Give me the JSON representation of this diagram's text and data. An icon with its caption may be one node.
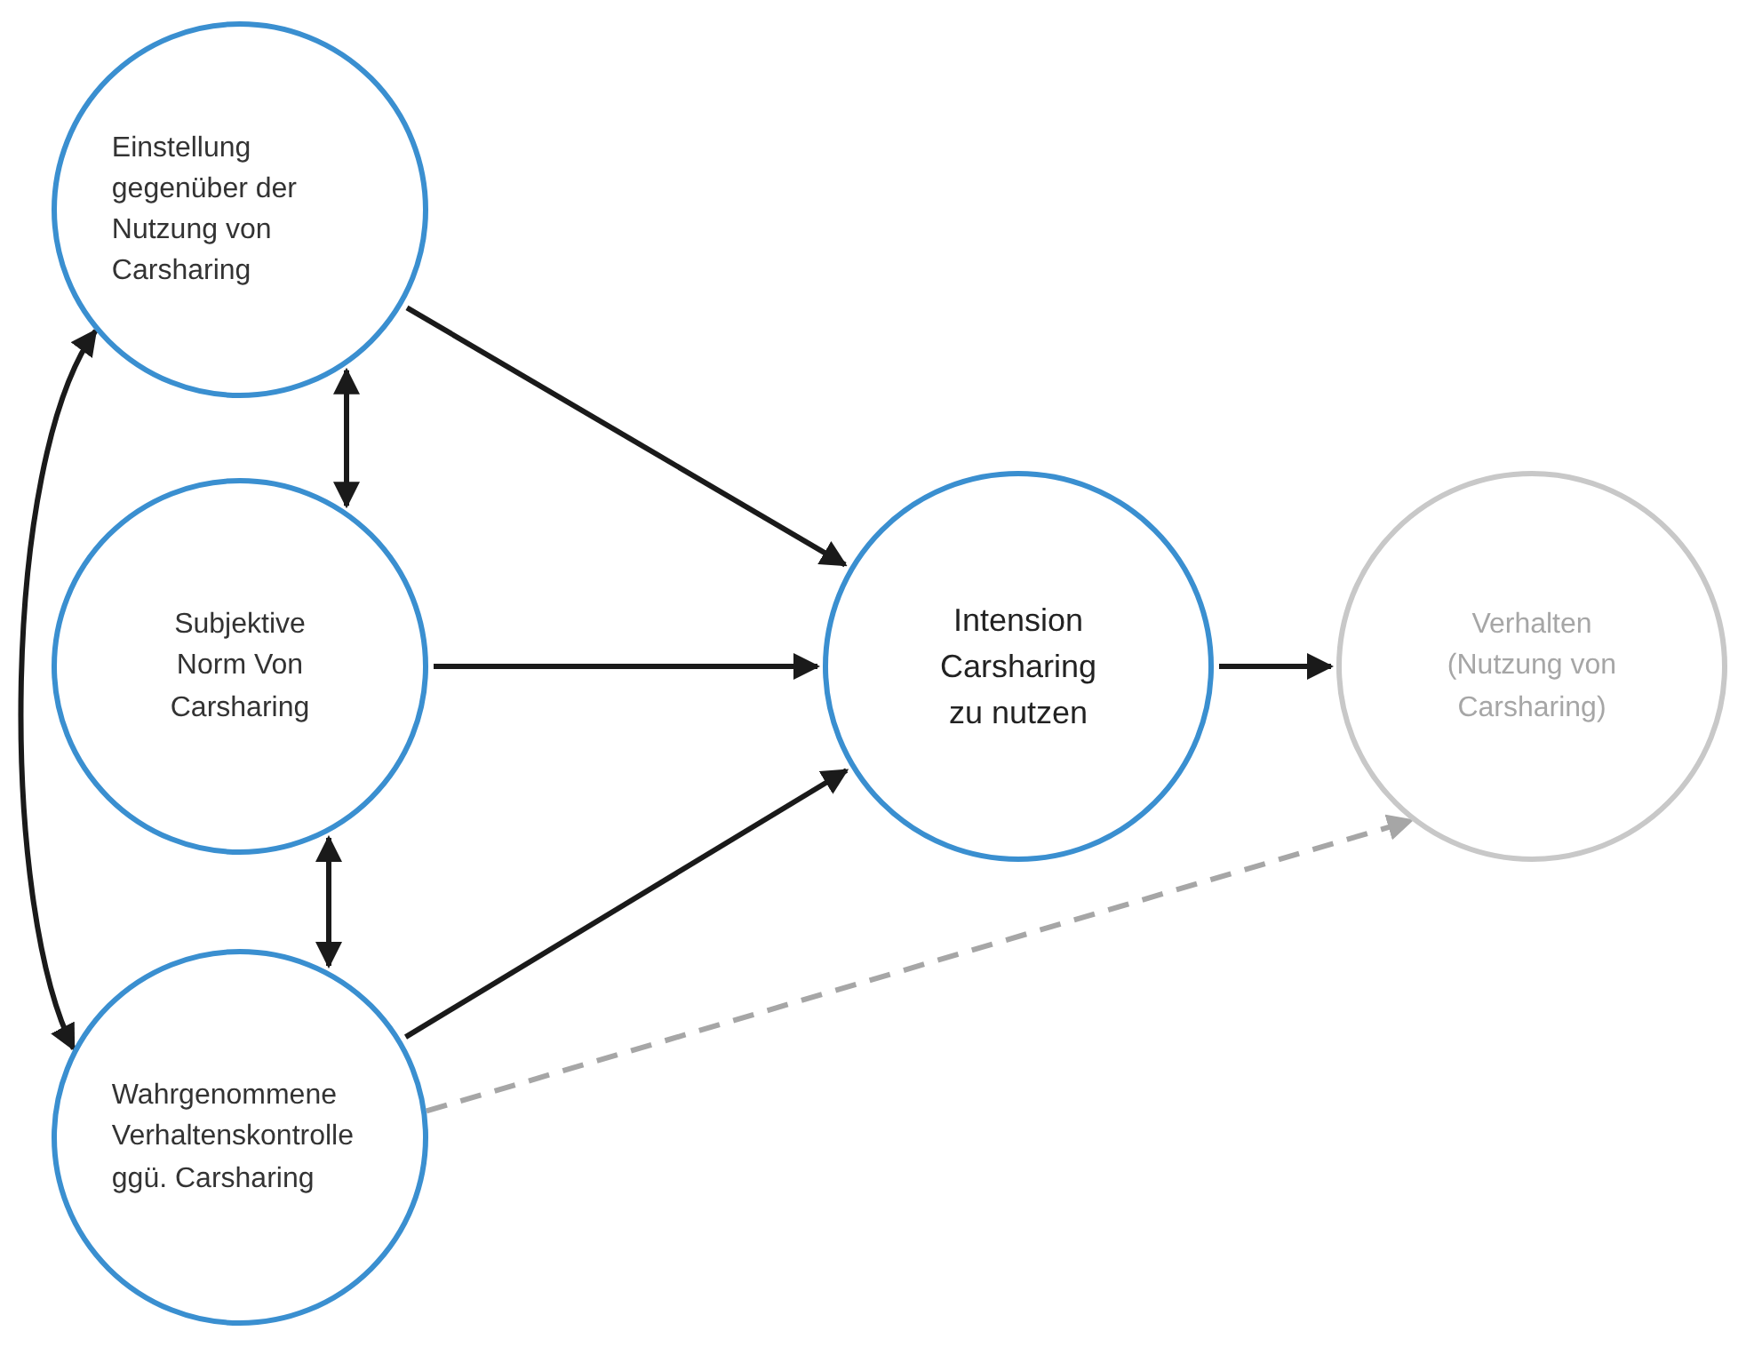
{
  "diagram": {
    "nodes": [
      {
        "text": [
          "Einstellung gegenüber der Nutzung von Carsharing"
        ]
      },
      {
        "text": [
          "Subjektive Norm Von Carsharing"
        ]
      },
      {
        "text": [
          "Wahrgenommene Verhaltenskontrolle ggü. Carsharing"
        ]
      },
      {
        "text": [
          "Intension Carsharing zu nutzen"
        ]
      },
      {
        "text": [
          "Verhalten (Nutzung von Carsharing)"
        ]
      }
    ],
    "edges": [
      {
        "from": 0,
        "to": 3,
        "arrow": "to"
      },
      {
        "from": 1,
        "to": 3,
        "arrow": "to"
      },
      {
        "from": 2,
        "to": 3,
        "arrow": "to"
      },
      {
        "from": 3,
        "to": 4,
        "arrow": "to"
      },
      {
        "from": 2,
        "to": 4,
        "arrow": "to",
        "style": "dashed",
        "color": "#a6a6a6"
      },
      {
        "from": 0,
        "to": 1,
        "arrow": "both"
      },
      {
        "from": 1,
        "to": 2,
        "arrow": "both"
      },
      {
        "from": 0,
        "to": 2,
        "arrow": "both"
      }
    ]
  }
}
